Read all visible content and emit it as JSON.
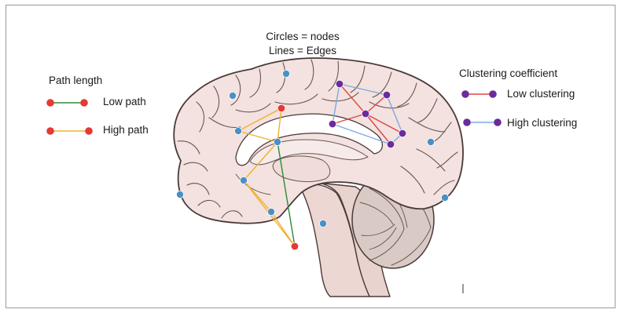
{
  "caption": {
    "line1": "Circles = nodes",
    "line2": "Lines = Edges"
  },
  "path_legend": {
    "title": "Path length",
    "low_label": "Low path",
    "high_label": "High path"
  },
  "clustering_legend": {
    "title": "Clustering coefficient",
    "low_label": "Low clustering",
    "high_label": "High clustering"
  },
  "colors": {
    "red_node": "#e53935",
    "blue_node": "#4a90c8",
    "purple_node": "#6a2c9a",
    "green_edge": "#2e8b3a",
    "yellow_edge": "#f0b030",
    "red_edge": "#e04545",
    "blue_edge": "#7fa8e0",
    "brain_fill": "#f3e2df",
    "brain_outline": "#4a3a38",
    "cerebellum_fill": "#d9cac6",
    "brainstem_fill": "#e8d3cf"
  },
  "icons": [
    "node-circle",
    "edge-line"
  ]
}
